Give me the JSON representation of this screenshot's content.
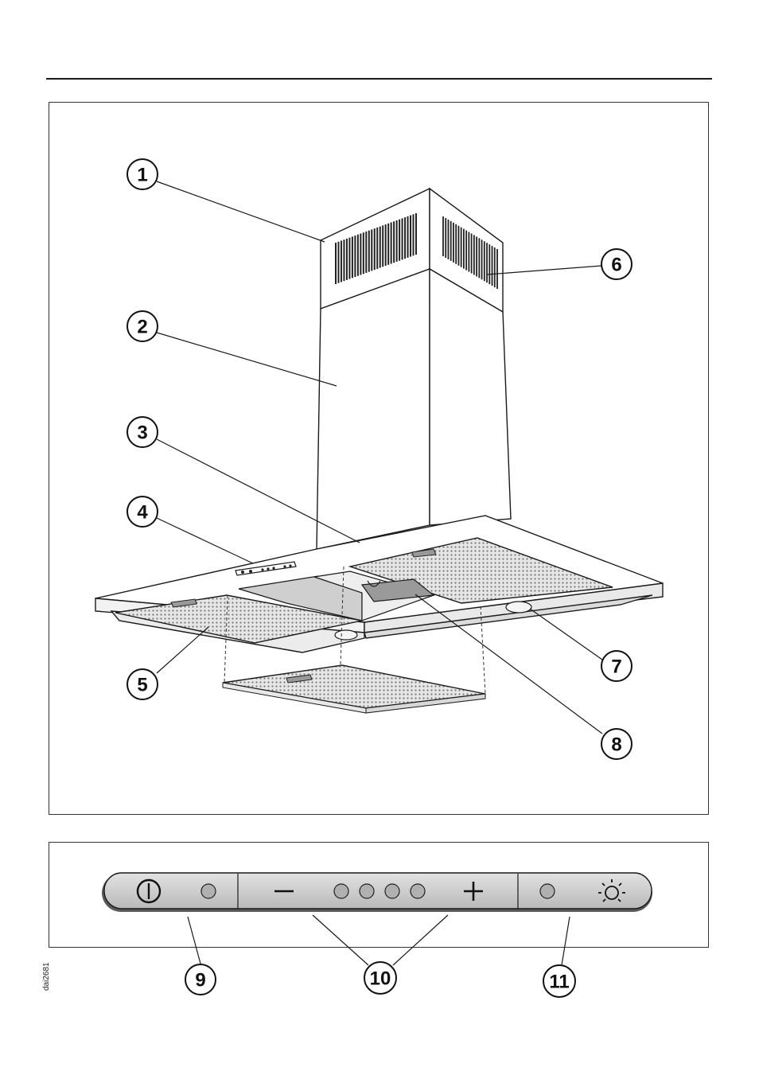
{
  "callouts": [
    {
      "id": "1",
      "label": "1"
    },
    {
      "id": "2",
      "label": "2"
    },
    {
      "id": "3",
      "label": "3"
    },
    {
      "id": "4",
      "label": "4"
    },
    {
      "id": "5",
      "label": "5"
    },
    {
      "id": "6",
      "label": "6"
    },
    {
      "id": "7",
      "label": "7"
    },
    {
      "id": "8",
      "label": "8"
    },
    {
      "id": "9",
      "label": "9"
    },
    {
      "id": "10",
      "label": "10"
    },
    {
      "id": "11",
      "label": "11"
    }
  ],
  "control_panel": {
    "power_symbol": "power-icon",
    "minus_symbol": "−",
    "plus_symbol": "+",
    "light_symbol": "light-icon",
    "fan_speed_indicators": 4
  },
  "doc_code": "dai2681",
  "colors": {
    "line": "#1a1a1a",
    "panel_fill": "#d4d4d4",
    "filter_fill": "#cfcfcf"
  }
}
